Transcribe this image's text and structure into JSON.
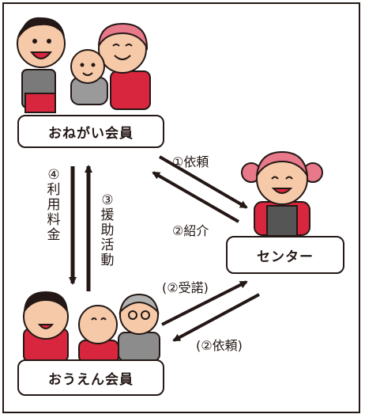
{
  "boxes": {
    "onegai": "おねがい会員",
    "center": "センター",
    "ouen": "おうえん会員"
  },
  "labels": {
    "request": "①依頼",
    "introduce": "②紹介",
    "accept": "(②受諾)",
    "request2": "(②依頼)",
    "fee": [
      "④",
      "利",
      "用",
      "料",
      "金"
    ],
    "support": [
      "③",
      "援",
      "助",
      "活",
      "動"
    ]
  },
  "colors": {
    "outline": "#231815",
    "skin": "#f6c9a8",
    "red": "#d7263d",
    "pink": "#e8798a",
    "gray": "#8c8c8c"
  }
}
